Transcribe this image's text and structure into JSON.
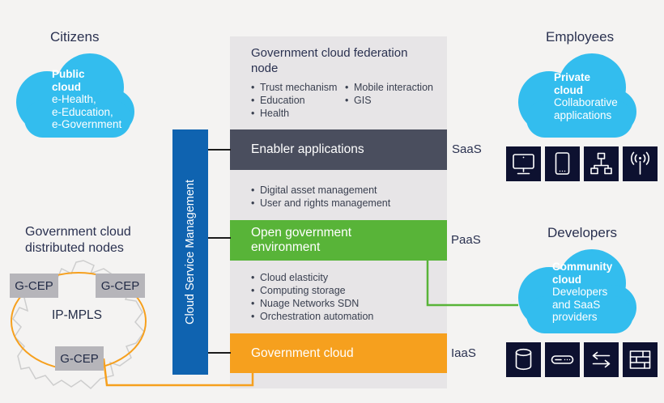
{
  "colors": {
    "background": "#f4f3f2",
    "panel_gray": "#e7e5e7",
    "cloud_blue": "#33bdee",
    "management_blue": "#0f63b0",
    "saas_slate": "#4a4e5e",
    "paas_green": "#58b438",
    "iaas_orange": "#f6a01e",
    "icon_square_navy": "#0d1130",
    "text_navy": "#2a3150",
    "node_box_gray": "#b6b5ba"
  },
  "citizens": {
    "heading": "Citizens",
    "cloud_title": "Public cloud",
    "cloud_lines": [
      "e-Health,",
      "e-Education,",
      "e-Government"
    ]
  },
  "employees": {
    "heading": "Employees",
    "cloud_title": "Private cloud",
    "cloud_subtitle": "Collaborative applications",
    "icons": [
      "desktop-monitor",
      "tablet-device",
      "network-topology",
      "wireless-antenna"
    ]
  },
  "developers": {
    "heading": "Developers",
    "cloud_title": "Community cloud",
    "cloud_subtitle": "Developers and SaaS providers",
    "icons": [
      "database",
      "server",
      "data-exchange-arrows",
      "firewall"
    ]
  },
  "federation_node": {
    "title": "Government cloud federation node",
    "features_left": [
      "Trust mechanism",
      "Education",
      "Health"
    ],
    "features_right": [
      "Mobile interaction",
      "GIS"
    ],
    "enabler_bar": "Enabler applications",
    "enabler_items": [
      "Digital asset management",
      "User and rights management"
    ],
    "open_gov_bar": "Open government environment",
    "open_gov_items": [
      "Cloud elasticity",
      "Computing storage",
      "Nuage Networks SDN",
      "Orchestration automation"
    ],
    "gov_cloud_bar": "Government cloud"
  },
  "layer_labels": {
    "saas": "SaaS",
    "paas": "PaaS",
    "iaas": "IaaS"
  },
  "cloud_service_management": "Cloud Service Management",
  "distributed_nodes": {
    "heading": "Government cloud distributed nodes",
    "network_label": "IP-MPLS",
    "node1": "G-CEP",
    "node2": "G-CEP",
    "node3": "G-CEP"
  }
}
